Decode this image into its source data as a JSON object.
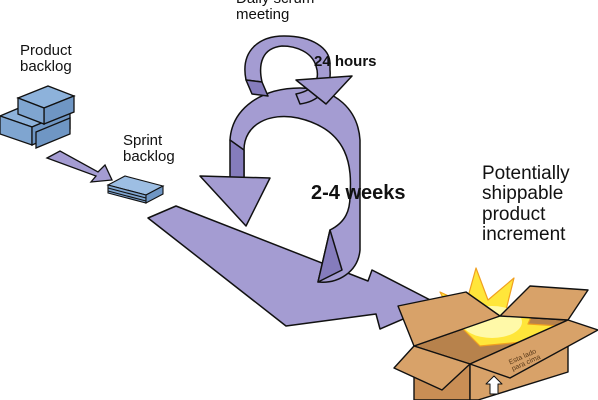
{
  "colors": {
    "arrow_fill": "#A49CD2",
    "arrow_shade": "#857CBC",
    "backlog_blocks": "#8DB2DB",
    "box_cardboard": "#D8A269",
    "burst_yellow": "#FFE63A",
    "outline": "#111111"
  },
  "labels": {
    "product_backlog": "Product\nbacklog",
    "sprint_backlog": "Sprint\nbacklog",
    "daily_scrum": "Daily scrum\nmeeting",
    "hours": "24 hours",
    "weeks": "2-4 weeks",
    "increment": "Potentially\nshippable\nproduct\nincrement",
    "box_print": "Esta lado\npara cima"
  },
  "icons": [
    "stacked-blocks-icon",
    "paper-stack-icon",
    "loop-arrow-icon",
    "open-box-icon",
    "up-arrow-icon"
  ]
}
